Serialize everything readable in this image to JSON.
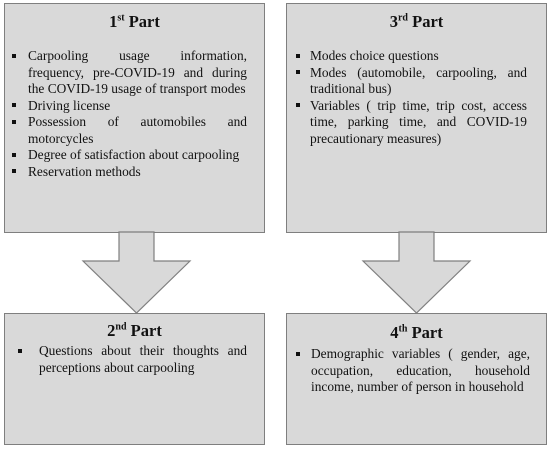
{
  "colors": {
    "box_fill": "#d9d9d9",
    "box_border": "#7f7f7f",
    "text": "#111111"
  },
  "icons": {
    "bullet": "filled-square",
    "arrow": "down-arrow"
  },
  "parts": {
    "part1": {
      "title_num": "1",
      "title_sup": "st",
      "title_word": "Part",
      "items": [
        "Carpooling usage information, frequency, pre-COVID-19 and during the COVID-19 usage of transport modes",
        "Driving license",
        "Possession of automobiles and motorcycles",
        "Degree of satisfaction about carpooling",
        "Reservation methods"
      ]
    },
    "part2": {
      "title_num": "2",
      "title_sup": "nd",
      "title_word": "Part",
      "items": [
        "Questions about their thoughts and perceptions about carpooling"
      ]
    },
    "part3": {
      "title_num": "3",
      "title_sup": "rd",
      "title_word": "Part",
      "items": [
        "Modes choice questions",
        "Modes (automobile, carpooling, and traditional bus)",
        "Variables ( trip time, trip cost, access time, parking time, and COVID-19 precautionary measures)"
      ]
    },
    "part4": {
      "title_num": "4",
      "title_sup": "th",
      "title_word": "Part",
      "items": [
        "Demographic variables ( gender, age, occupation, education, household income, number of person in household"
      ]
    }
  }
}
